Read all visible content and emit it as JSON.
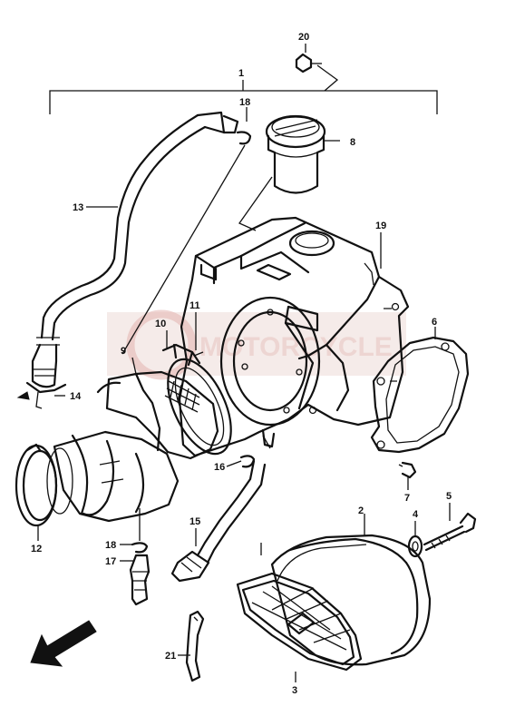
{
  "watermark": {
    "text": "MOTORCYCLE",
    "color": "#e5b7b3"
  },
  "callouts": {
    "c1": "1",
    "c2": "2",
    "c3": "3",
    "c4": "4",
    "c5": "5",
    "c6": "6",
    "c7": "7",
    "c8": "8",
    "c9": "9",
    "c10": "10",
    "c11": "11",
    "c12": "12",
    "c13": "13",
    "c14": "14",
    "c15": "15",
    "c16": "16",
    "c17": "17",
    "c18a": "18",
    "c18b": "18",
    "c19": "19",
    "c20": "20",
    "c21": "21"
  },
  "front_arrow_icon": "arrow-down-left-icon"
}
